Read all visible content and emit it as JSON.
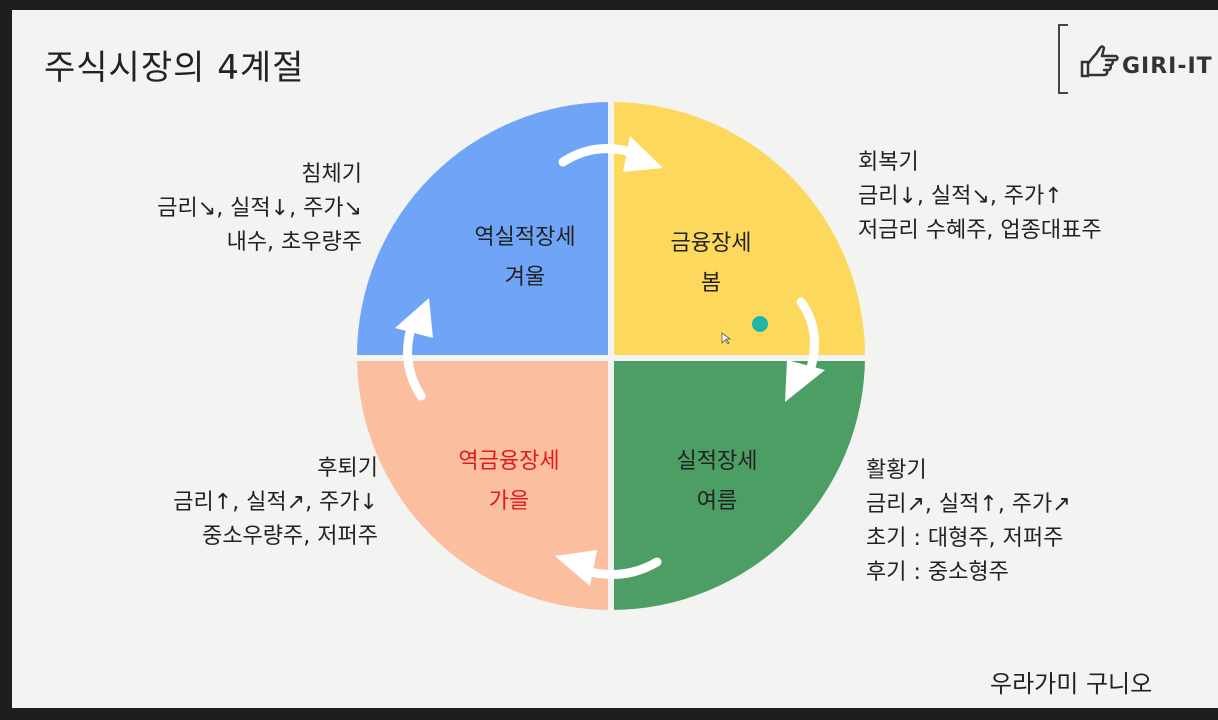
{
  "title": "주식시장의 4계절",
  "logo": {
    "text": "GIRI-IT",
    "icon": "pointing-hand-icon"
  },
  "quadrants": {
    "winter": {
      "line1": "역실적장세",
      "line2": "겨울",
      "color": "#6fa4f7"
    },
    "spring": {
      "line1": "금융장세",
      "line2": "봄",
      "color": "#fcd95c"
    },
    "autumn": {
      "line1": "역금융장세",
      "line2": "가을",
      "color": "#fbbfa0",
      "text_color": "#e01b1b"
    },
    "summer": {
      "line1": "실적장세",
      "line2": "여름",
      "color": "#4c9e65"
    }
  },
  "phases": {
    "stagnation": {
      "name": "침체기",
      "line1": "금리↘, 실적↓, 주가↘",
      "line2": "내수, 초우량주"
    },
    "recovery": {
      "name": "회복기",
      "line1": "금리↓, 실적↘, 주가↑",
      "line2": "저금리 수혜주, 업종대표주"
    },
    "recession": {
      "name": "후퇴기",
      "line1": "금리↑, 실적↗, 주가↓",
      "line2": "중소우량주, 저퍼주"
    },
    "boom": {
      "name": "활황기",
      "line1": "금리↗, 실적↑, 주가↗",
      "line2": "초기 : 대형주, 저퍼주",
      "line3": "후기 : 중소형주"
    }
  },
  "footer": "우라가미 구니오",
  "marker_color": "#1fb5a8"
}
